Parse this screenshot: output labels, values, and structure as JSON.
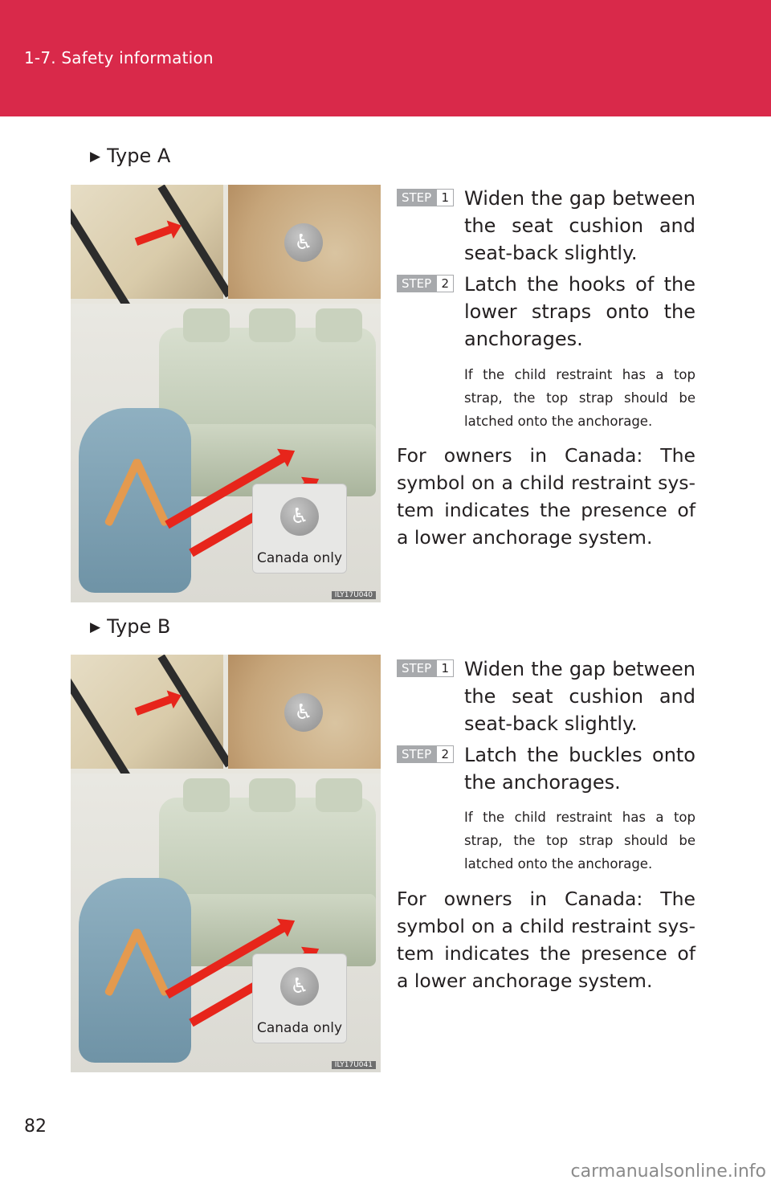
{
  "header": {
    "section": "1-7. Safety information"
  },
  "sections": [
    {
      "type_label": "Type A",
      "figure": {
        "canada_label": "Canada only",
        "code": "ILY17U040"
      },
      "steps": [
        {
          "tag": "STEP",
          "num": "1",
          "text": "Widen the gap between the seat cushion and seat-back slightly."
        },
        {
          "tag": "STEP",
          "num": "2",
          "text": "Latch the hooks of the lower straps onto the anchorages."
        }
      ],
      "note": "If the child restraint has a top strap, the top strap should be latched onto the anchorage.",
      "canada_paragraph": "For owners in Canada: The symbol on a child restraint sys-tem indicates the presence of a lower anchorage system."
    },
    {
      "type_label": "Type B",
      "figure": {
        "canada_label": "Canada only",
        "code": "ILY17U041"
      },
      "steps": [
        {
          "tag": "STEP",
          "num": "1",
          "text": "Widen the gap between the seat cushion and seat-back slightly."
        },
        {
          "tag": "STEP",
          "num": "2",
          "text": "Latch the buckles onto the anchorages."
        }
      ],
      "note": "If the child restraint has a top strap, the top strap should be latched onto the anchorage.",
      "canada_paragraph": "For owners in Canada: The symbol on a child restraint sys-tem indicates the presence of a lower anchorage system."
    }
  ],
  "page_number": "82",
  "watermark": "carmanualsonline.info",
  "colors": {
    "header": "#d9294a",
    "arrow": "#e7251b",
    "step_tag": "#a7a9ac"
  }
}
